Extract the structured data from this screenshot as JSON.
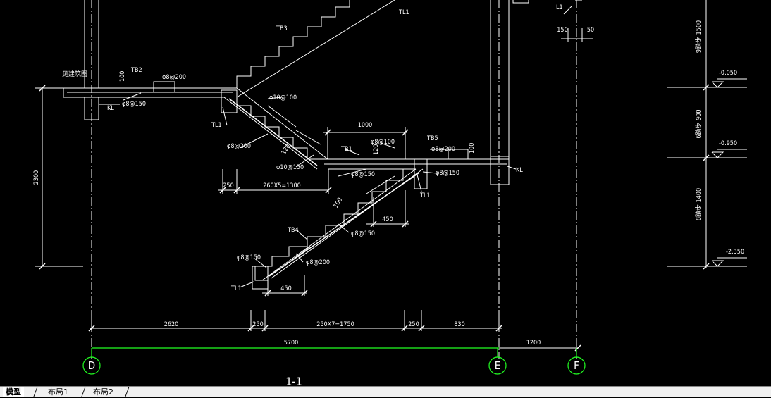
{
  "drawing": {
    "section_title": "1-1",
    "grid_axes": [
      "D",
      "E",
      "F"
    ],
    "left_label": "见建筑图",
    "members": {
      "tb1": "TB1",
      "tb2": "TB2",
      "tb3": "TB3",
      "tb4": "TB4",
      "tb5": "TB5",
      "tl1": "TL1",
      "kl": "KL",
      "l1": "L1"
    },
    "rebar": {
      "r8_200": "φ8@200",
      "r8_150": "φ8@150",
      "r8_100": "φ8@100",
      "r10_100": "φ10@100",
      "r10_150": "φ10@150"
    },
    "dimensions": {
      "bottom": [
        "2620",
        "250",
        "250X7=1750",
        "250",
        "830"
      ],
      "bottom_total": "5700",
      "bottom_right": "1200",
      "left_height": "2300",
      "flight_dim": "260X5=1300",
      "first_250": "250",
      "top_1000": "1000",
      "d_450a": "450",
      "d_450b": "450",
      "d_100a": "100",
      "d_100b": "100",
      "d_120a": "120",
      "d_120b": "120",
      "d_100c": "100",
      "top_150": "150",
      "top_50": "50"
    },
    "levels": [
      "-0.050",
      "-0.950",
      "-2.350"
    ],
    "steps": [
      "9踏步 1500",
      "6踏步 900",
      "8踏步 1400"
    ]
  },
  "tabs": [
    "模型",
    "布局1",
    "布局2"
  ]
}
